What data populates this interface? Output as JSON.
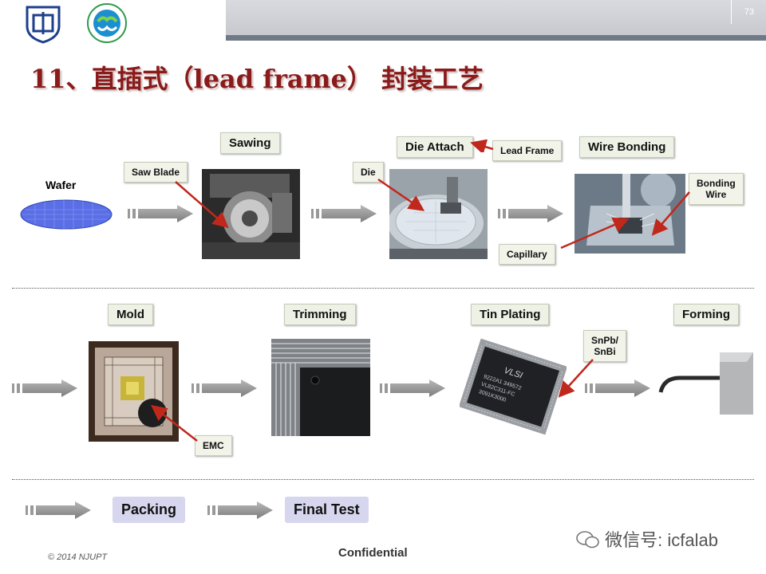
{
  "header": {
    "slide_number": "73"
  },
  "title": "11、直插式（lead frame） 封装工艺",
  "row1": {
    "wafer_label": "Wafer",
    "stages": [
      "Sawing",
      "Die Attach",
      "Wire Bonding"
    ],
    "callouts": {
      "saw_blade": "Saw Blade",
      "die": "Die",
      "lead_frame": "Lead Frame",
      "capillary": "Capillary",
      "bonding_wire_line1": "Bonding",
      "bonding_wire_line2": "Wire"
    }
  },
  "row2": {
    "stages": [
      "Mold",
      "Trimming",
      "Tin Plating",
      "Forming"
    ],
    "callouts": {
      "emc": "EMC",
      "snpb_line1": "SnPb/",
      "snpb_line2": "SnBi"
    },
    "chip_text": {
      "brand": "VLSI",
      "line1": "9222A1  349572",
      "line2": "VL82C311-FC",
      "line3": "3091K3000"
    }
  },
  "row3": {
    "stages": [
      "Packing",
      "Final Test"
    ]
  },
  "footer": {
    "copyright": "© 2014 NJUPT",
    "confidential": "Confidential",
    "wechat": "微信号: icfalab"
  },
  "colors": {
    "title": "#8b1a1a",
    "arrow": "#8a8a8a",
    "callout_arrow": "#c0281c",
    "stage_bg": "#eef1e5",
    "big_label_bg": "#d6d6ee"
  }
}
